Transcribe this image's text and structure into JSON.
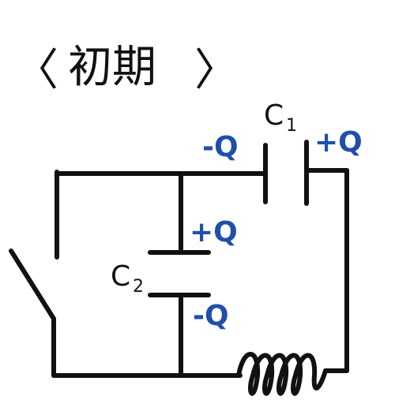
{
  "title": {
    "open_bracket": "〈",
    "text": "初期",
    "close_bracket": "〉"
  },
  "capacitors": {
    "c1": {
      "letter": "C",
      "subscript": "1"
    },
    "c2": {
      "letter": "C",
      "subscript": "2"
    }
  },
  "charges": {
    "c1_left": "-Q",
    "c1_right": "+Q",
    "c2_top": "+Q",
    "c2_bottom": "-Q"
  },
  "colors": {
    "ink": "#111111",
    "charge": "#1f4fa8",
    "background": "#ffffff"
  },
  "components": {
    "switch": "open-switch",
    "inductor": "coil"
  }
}
